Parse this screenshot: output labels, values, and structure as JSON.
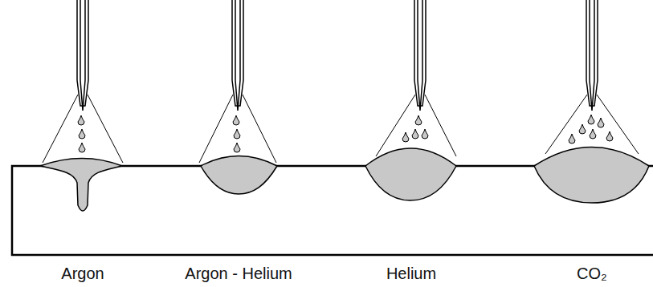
{
  "diagram": {
    "labels": [
      "Argon",
      "Argon - Helium",
      "Helium",
      "CO₂"
    ]
  }
}
